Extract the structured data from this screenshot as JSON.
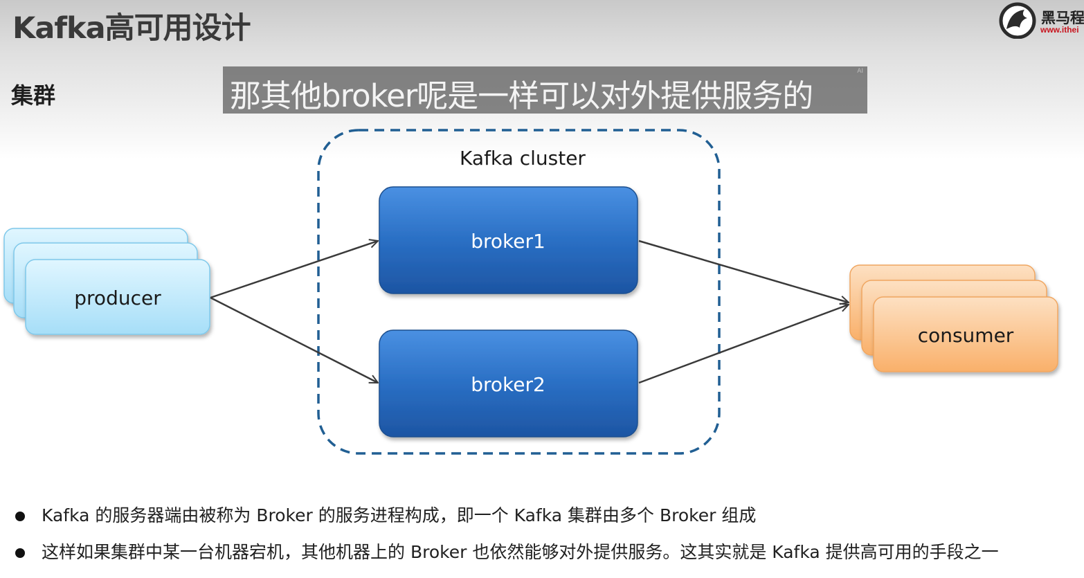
{
  "header": {
    "title": "Kafka高可用设计",
    "section": "集群"
  },
  "subtitle": {
    "text": "那其他broker呢是一样可以对外提供服务的",
    "badge": "AI"
  },
  "logo": {
    "name": "黑马程",
    "url": "www.ithei"
  },
  "diagram": {
    "cluster_label": "Kafka cluster",
    "producer": "producer",
    "brokers": [
      "broker1",
      "broker2"
    ],
    "consumer": "consumer",
    "colors": {
      "broker": "#2e74c9",
      "producer": "#bfe9fb",
      "consumer": "#fcc792",
      "cluster_border": "#215f93",
      "arrow": "#3a3a3a"
    }
  },
  "bullets": [
    "Kafka 的服务器端由被称为 Broker 的服务进程构成，即一个 Kafka 集群由多个 Broker 组成",
    "这样如果集群中某一台机器宕机，其他机器上的 Broker 也依然能够对外提供服务。这其实就是 Kafka 提供高可用的手段之一"
  ]
}
